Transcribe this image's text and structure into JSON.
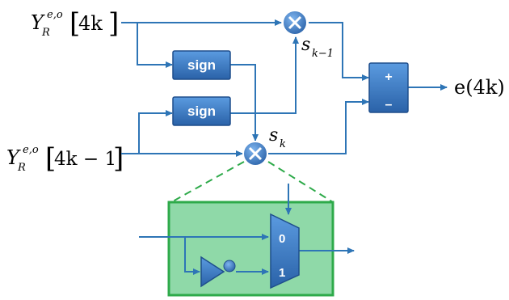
{
  "inputs": {
    "top": {
      "base": "Y",
      "sup": "e,o",
      "sub": "R",
      "bracket_open": "[",
      "arg": "4k",
      "bracket_close": "]"
    },
    "bottom": {
      "base": "Y",
      "sup": "e,o",
      "sub": "R",
      "bracket_open": "[",
      "arg": "4k − 1",
      "bracket_close": "]"
    }
  },
  "blocks": {
    "sign_top": "sign",
    "sign_bottom": "sign"
  },
  "adder": {
    "plus": "+",
    "minus": "–"
  },
  "signals": {
    "s_km1_base": "s",
    "s_km1_sub": "k−1",
    "s_k_base": "s",
    "s_k_sub": "k"
  },
  "output": {
    "label": "e(4k)"
  },
  "mux": {
    "in0": "0",
    "in1": "1"
  },
  "colors": {
    "wire": "#2e75b6",
    "block_fill": "#3a7cc5",
    "block_stroke": "#1f4e8c",
    "detail_fill": "#8fd9a8",
    "detail_stroke": "#2eaa4a"
  }
}
